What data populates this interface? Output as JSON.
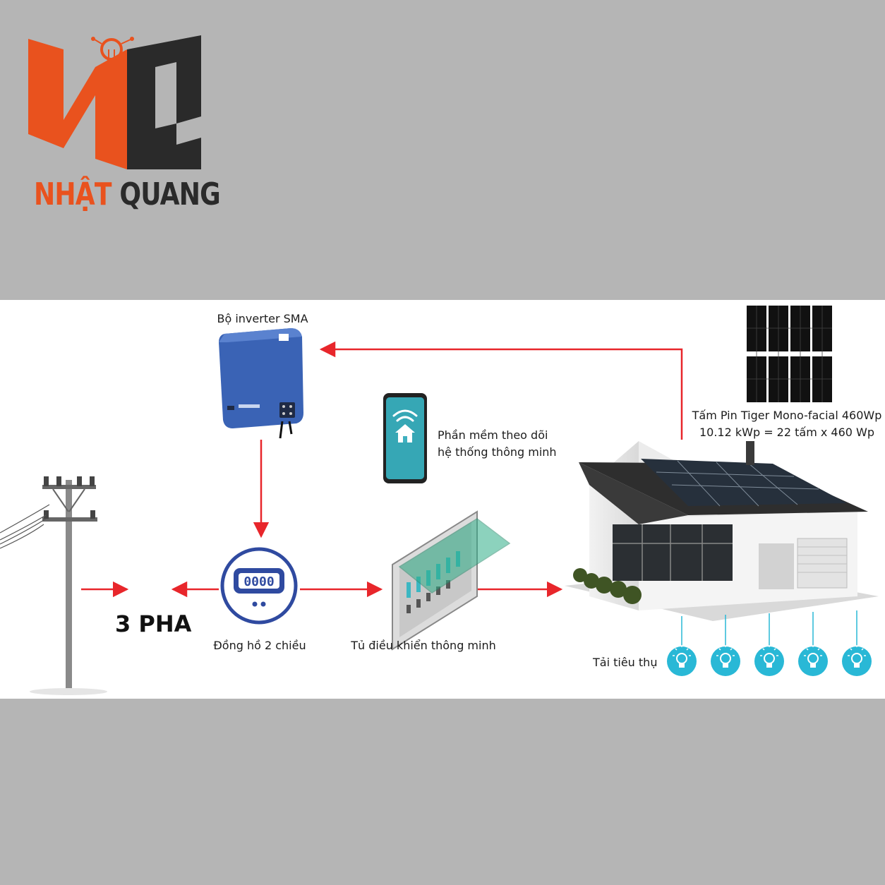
{
  "brand": {
    "name_part1": "NHẬT",
    "name_part2": "QUANG",
    "colors": {
      "orange": "#e9521e",
      "dark": "#2a2a2a"
    }
  },
  "diagram": {
    "inverter_label": "Bộ inverter SMA",
    "software_label_line1": "Phần mềm theo dõi",
    "software_label_line2": "hệ thống thông minh",
    "panel_label_line1": "Tấm Pin Tiger Mono-facial 460Wp",
    "panel_label_line2": "10.12 kWp = 22 tấm x 460 Wp",
    "grid_label": "3 PHA",
    "meter_label": "Đồng hồ 2 chiều",
    "meter_display": "0000",
    "cabinet_label": "Tủ điều khiển thông minh",
    "load_label": "Tải tiêu thụ",
    "load_count": 5,
    "colors": {
      "arrow": "#e8262b",
      "load": "#29b8d6",
      "inverter": "#3a63b5"
    }
  }
}
